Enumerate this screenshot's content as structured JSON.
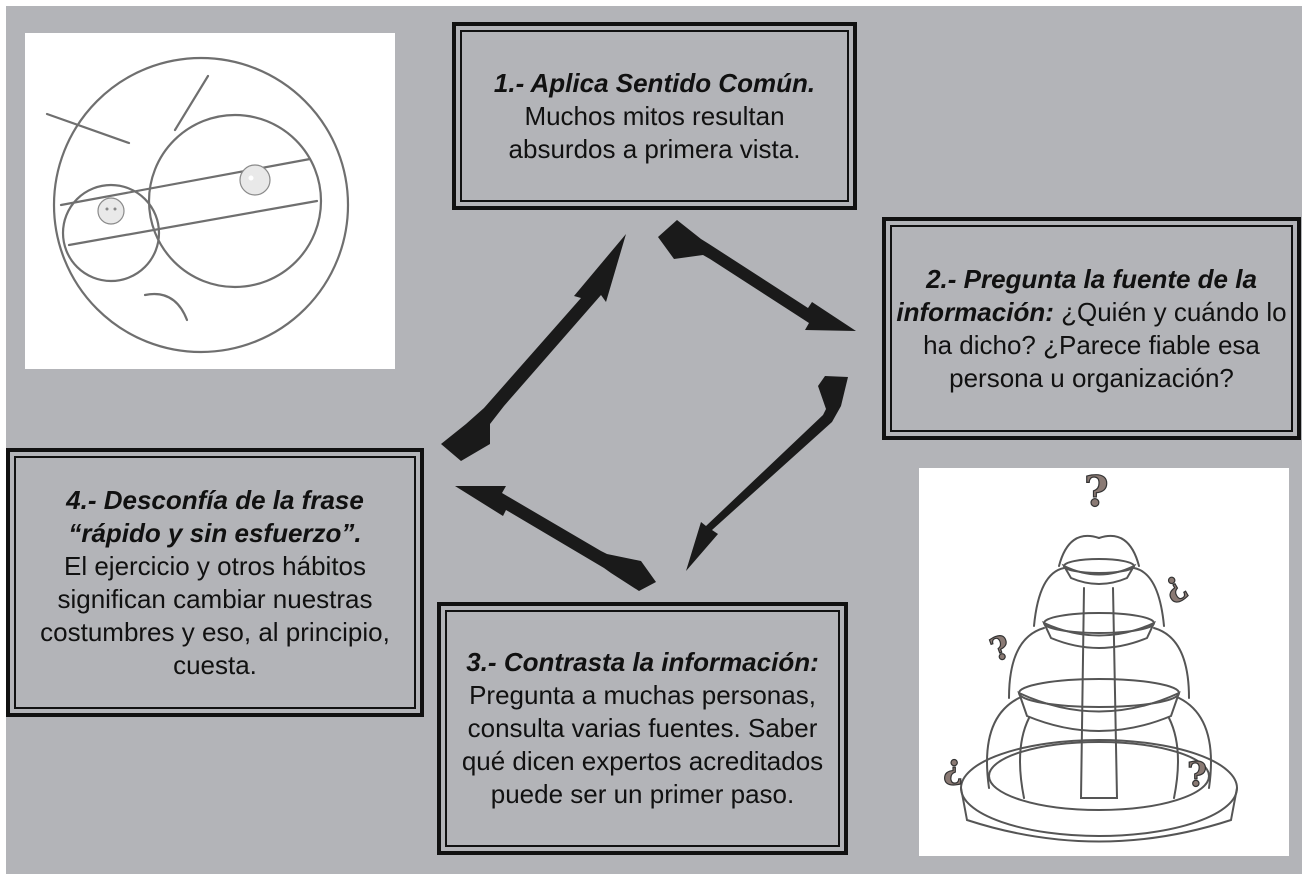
{
  "steps": [
    {
      "title": "1.- Aplica Sentido Común.",
      "text": "Muchos mitos resultan absurdos a primera vista."
    },
    {
      "title": "2.- Pregunta la fuente de la información:",
      "text": "¿Quién y cuándo lo ha dicho? ¿Parece fiable esa persona u organización?"
    },
    {
      "title": "3.- Contrasta la información:",
      "text": "Pregunta a muchas personas, consulta varias fuentes. Saber qué dicen expertos acreditados puede ser un primer paso."
    },
    {
      "title": "4.- Desconfía de la frase “rápido y sin esfuerzo”.",
      "text": "El ejercicio y otros hábitos significan cambiar nuestras costumbres y eso, al principio, cuesta."
    }
  ],
  "illustrations": {
    "face": "angry-face-drawing",
    "fountain": "fountain-with-question-marks-drawing"
  },
  "colors": {
    "background": "#b3b4b8",
    "border": "#111111",
    "arrow": "#1a1a1a",
    "panel": "#ffffff"
  }
}
